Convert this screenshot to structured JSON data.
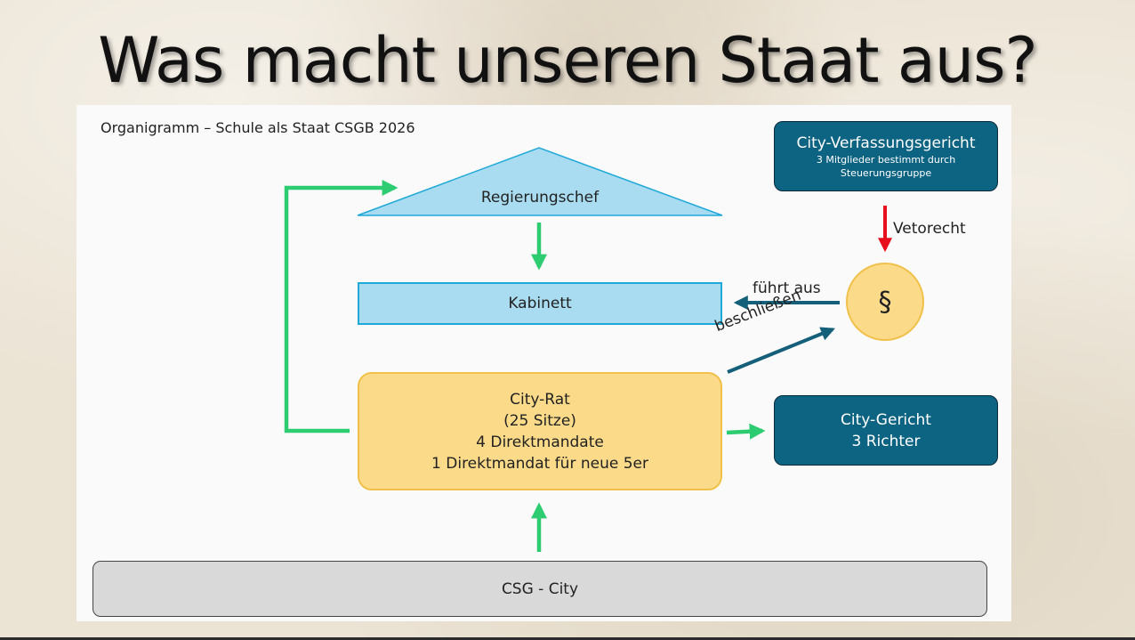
{
  "slide": {
    "title": "Was macht unseren Staat aus?"
  },
  "diagram": {
    "label": "Organigramm – Schule als Staat CSGB 2026",
    "regierungschef": "Regierungschef",
    "kabinett": "Kabinett",
    "city_rat": {
      "lines": [
        "City-Rat",
        "(25 Sitze)",
        "4 Direktmandate",
        "1 Direktmandat für neue 5er"
      ]
    },
    "csg_city": "CSG - City",
    "verfassungsgericht": {
      "title": "City-Verfassungsgericht",
      "subtitle_lines": [
        "3 Mitglieder bestimmt durch",
        "Steuerungsgruppe"
      ]
    },
    "city_gericht": {
      "lines": [
        "City-Gericht",
        "3 Richter"
      ]
    },
    "paragraph_symbol": "§",
    "edge_labels": {
      "veto": "Vetorecht",
      "fuehrt_aus": "führt aus",
      "beschliessen": "beschließen"
    }
  },
  "colors": {
    "light_blue_fill": "#a9dcf0",
    "light_blue_border": "#1fa8d8",
    "yellow_fill": "#fbdb8a",
    "yellow_border": "#f1c04a",
    "dark_teal": "#0d6382",
    "green_arrow": "#2ecc71",
    "red_arrow": "#e8101c",
    "teal_arrow": "#145f7a",
    "gray_fill": "#d9d9d9"
  }
}
